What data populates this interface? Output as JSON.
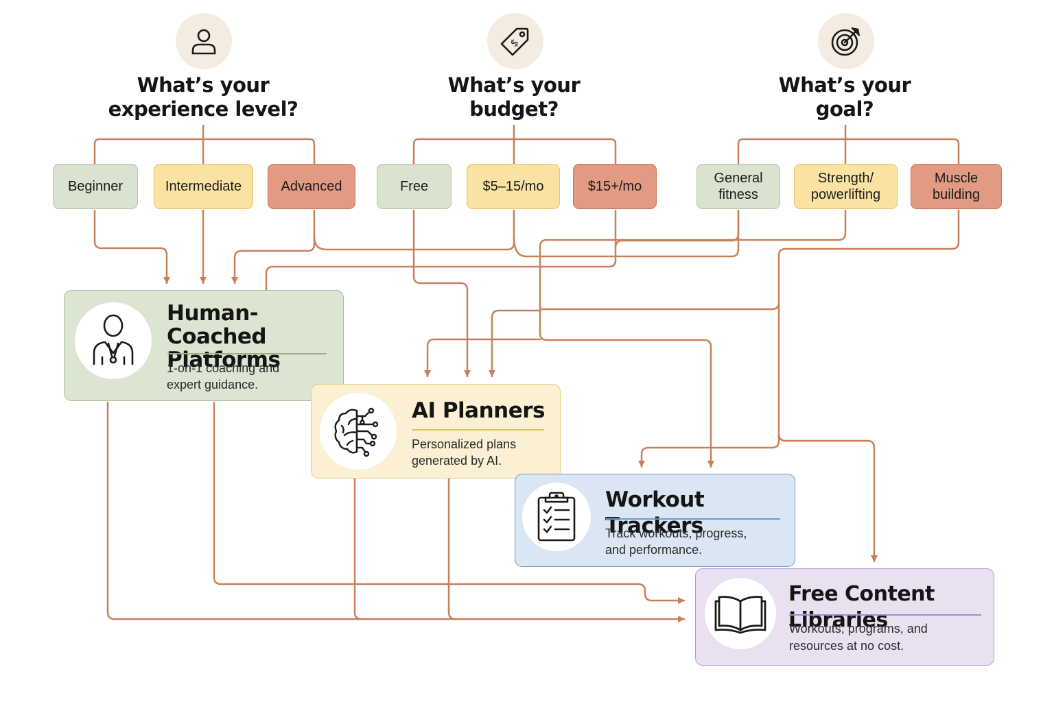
{
  "questions": [
    {
      "line1": "What’s your",
      "line2": "experience level?",
      "icon": "person-icon"
    },
    {
      "line1": "What’s your",
      "line2": "budget?",
      "icon": "price-tag-icon"
    },
    {
      "line1": "What’s your",
      "line2": "goal?",
      "icon": "target-icon"
    }
  ],
  "options": {
    "beginner": "Beginner",
    "intermediate": "Intermediate",
    "advanced": "Advanced",
    "free": "Free",
    "mid_budget": "$5–15/mo",
    "high_budget": "$15+/mo",
    "general_fitness": "General\nfitness",
    "strength": "Strength/\npowerlifting",
    "muscle": "Muscle\nbuilding"
  },
  "platforms": {
    "human": {
      "title1": "Human-Coached",
      "title2": "Platforms",
      "desc1": "1-on-1 coaching and",
      "desc2": "expert guidance.",
      "icon": "coach-icon"
    },
    "ai": {
      "title1": "AI Planners",
      "title2": "",
      "desc1": "Personalized plans",
      "desc2": "generated by AI.",
      "icon": "brain-circuit-icon"
    },
    "trackers": {
      "title1": "Workout Trackers",
      "title2": "",
      "desc1": "Track workouts, progress,",
      "desc2": "and performance.",
      "icon": "clipboard-icon"
    },
    "libraries": {
      "title1": "Free Content Libraries",
      "title2": "",
      "desc1": "Workouts, programs, and",
      "desc2": "resources at no cost.",
      "icon": "open-book-icon"
    }
  },
  "colors": {
    "connector": "#c9805a",
    "green": "#d9e3cf",
    "yellow": "#fae3a2",
    "red": "#e29a82",
    "blue_card": "#dbe6f4",
    "purple_card": "#e9e0f1"
  }
}
